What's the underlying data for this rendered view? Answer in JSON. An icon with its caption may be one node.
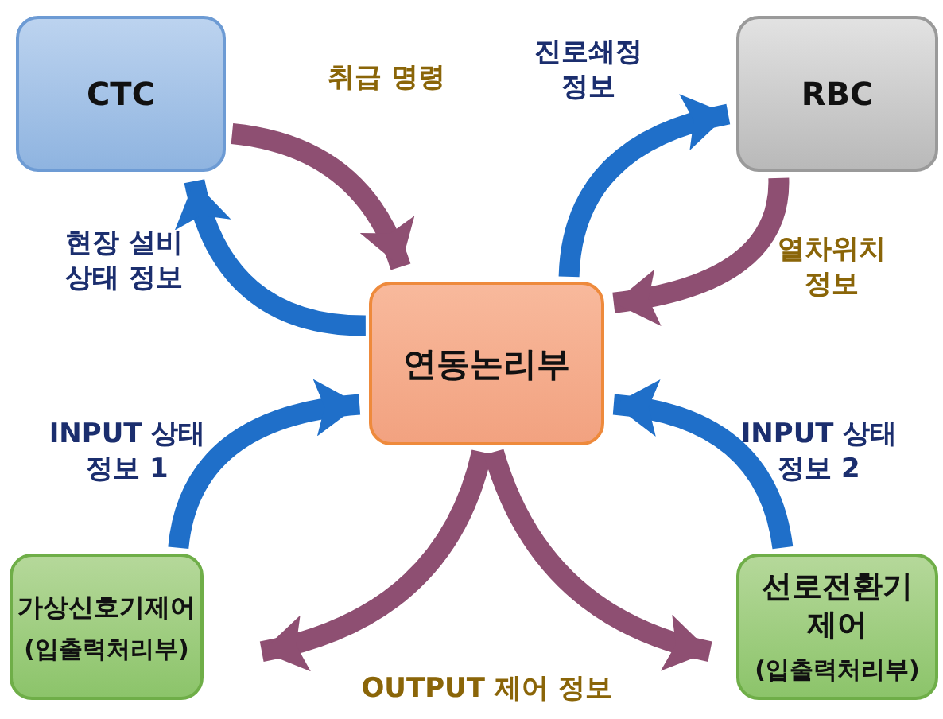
{
  "diagram": {
    "nodes": [
      {
        "text": [
          "CTC"
        ]
      },
      {
        "text": [
          "RBC"
        ]
      },
      {
        "text": [
          "연동논리부"
        ]
      },
      {
        "text": [
          "가상신호기제어",
          "(입출력처리부)"
        ]
      },
      {
        "text": [
          "선로전환기 제어",
          "(입출력처리부)"
        ]
      }
    ],
    "edges": [
      {
        "from": 0,
        "to": 2,
        "arrow": "to",
        "label": "취급 명령",
        "color": "#8e4f72"
      },
      {
        "from": 2,
        "to": 0,
        "arrow": "to",
        "label": "현장 설비 상태 정보",
        "color": "#1f6fc9"
      },
      {
        "from": 2,
        "to": 1,
        "arrow": "to",
        "label": "진로쇄정 정보",
        "color": "#1f6fc9"
      },
      {
        "from": 1,
        "to": 2,
        "arrow": "to",
        "label": "열차위치 정보",
        "color": "#8e4f72"
      },
      {
        "from": 3,
        "to": 2,
        "arrow": "to",
        "label": "INPUT 상태 정보 1",
        "color": "#1f6fc9"
      },
      {
        "from": 4,
        "to": 2,
        "arrow": "to",
        "label": "INPUT 상태 정보 2",
        "color": "#1f6fc9"
      },
      {
        "from": 2,
        "to": 3,
        "arrow": "to",
        "color": "#8e4f72"
      },
      {
        "from": 2,
        "to": 4,
        "arrow": "to",
        "color": "#8e4f72"
      }
    ],
    "labels": [
      "OUTPUT 제어 정보"
    ]
  }
}
